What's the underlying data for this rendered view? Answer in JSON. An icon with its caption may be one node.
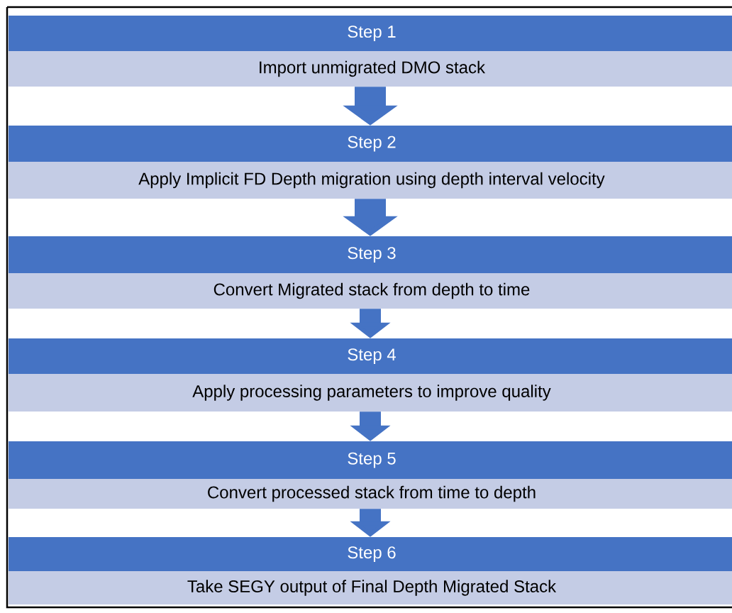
{
  "diagram": {
    "nodes": [
      {
        "text": [
          "Step 1",
          "Import unmigrated DMO stack"
        ]
      },
      {
        "text": [
          "Step 2",
          "Apply Implicit FD Depth migration using depth interval velocity"
        ]
      },
      {
        "text": [
          "Step 3",
          "Convert Migrated stack from depth to time"
        ]
      },
      {
        "text": [
          "Step 4",
          "Apply processing parameters to improve quality"
        ]
      },
      {
        "text": [
          "Step 5",
          "Convert processed stack from time to depth"
        ]
      },
      {
        "text": [
          "Step 6",
          "Take SEGY output of Final Depth Migrated Stack"
        ]
      }
    ],
    "edges": [
      {
        "from": 0,
        "to": 1,
        "arrow": "to"
      },
      {
        "from": 1,
        "to": 2,
        "arrow": "to"
      },
      {
        "from": 2,
        "to": 3,
        "arrow": "to"
      },
      {
        "from": 3,
        "to": 4,
        "arrow": "to"
      },
      {
        "from": 4,
        "to": 5,
        "arrow": "to"
      }
    ]
  }
}
